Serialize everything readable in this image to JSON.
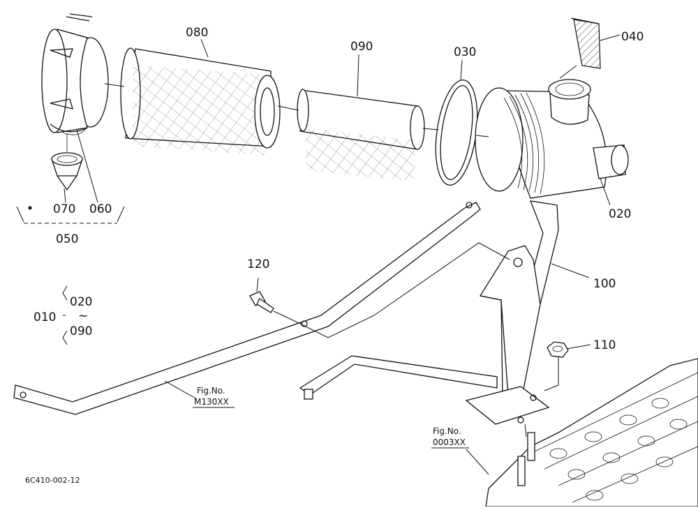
{
  "labels": {
    "p010": "010",
    "p020a": "020",
    "p020b": "020",
    "p030": "030",
    "p040": "040",
    "p050": "050",
    "p060": "060",
    "p070": "070",
    "p080": "080",
    "p090a": "090",
    "p090b": "090",
    "p100": "100",
    "p110": "110",
    "p120": "120",
    "tilde": "~"
  },
  "figrefs": {
    "m130_title": "Fig.No.",
    "m130_code": "M130XX",
    "o003_title": "Fig.No.",
    "o003_code": "0003XX"
  },
  "drawing_code": "6C410-002-12"
}
